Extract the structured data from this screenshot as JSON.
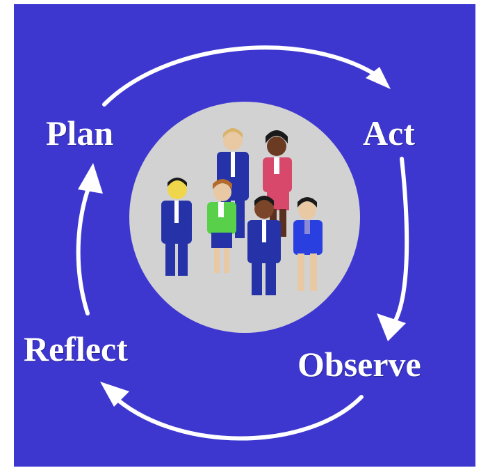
{
  "diagram": {
    "type": "cycle",
    "stages": {
      "plan": "Plan",
      "act": "Act",
      "observe": "Observe",
      "reflect": "Reflect"
    }
  },
  "colors": {
    "background": "#3d37d0",
    "center_circle": "#d2d2d2",
    "arrows": "#ffffff",
    "labels": "#ffffff"
  },
  "icons": {
    "center": "team-of-people-icon"
  }
}
